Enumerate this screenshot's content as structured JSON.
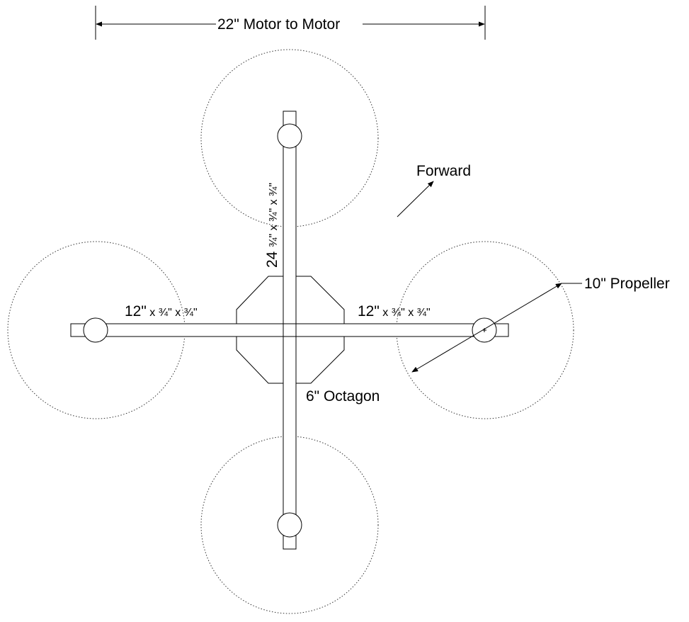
{
  "diagram": {
    "dimension_label": "22\" Motor to Motor",
    "forward_label": "Forward",
    "propeller_label": "10\" Propeller",
    "octagon_label": "6\" Octagon",
    "left_arm": {
      "length": "12\"",
      "dims": " x ¾\" x ¾\""
    },
    "right_arm": {
      "length": "12\"",
      "dims": " x ¾\" x ¾\""
    },
    "vertical_arm": {
      "length": "24 ",
      "dims": "¾\" x ¾\" x ¾\""
    },
    "colors": {
      "ink": "#000000",
      "background": "#ffffff"
    }
  }
}
